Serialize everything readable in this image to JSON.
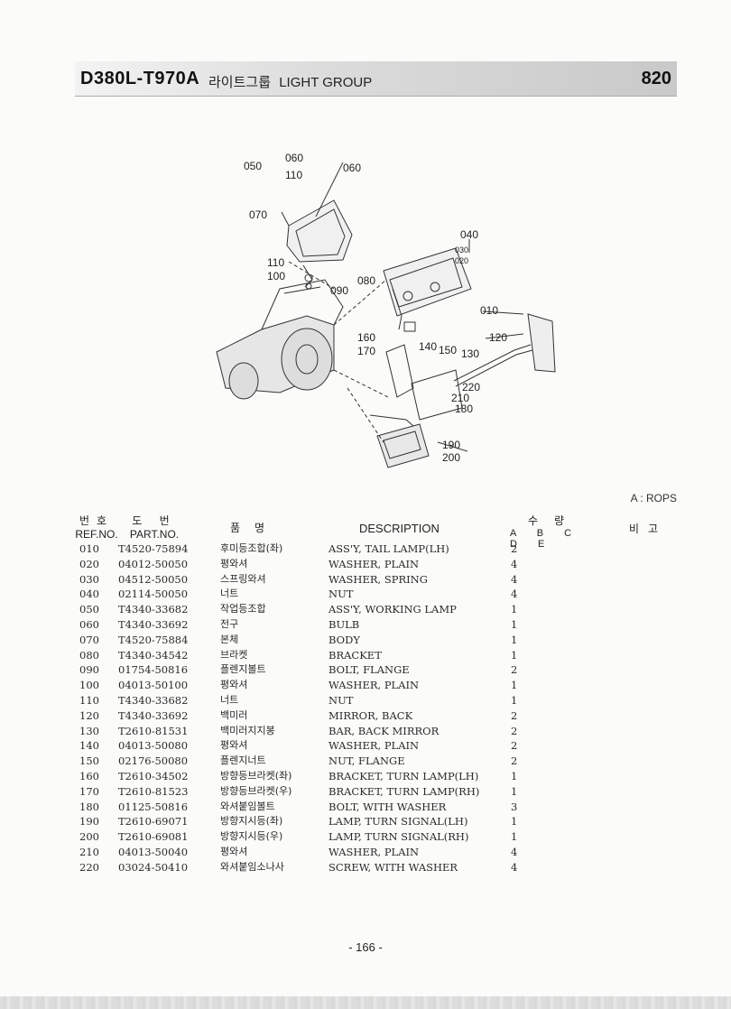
{
  "header": {
    "model": "D380L-T970A",
    "group_kr": "라이트그룹",
    "group_en": "LIGHT GROUP",
    "page_code": "820"
  },
  "diagram": {
    "callouts": [
      "050",
      "060",
      "110",
      "060",
      "070",
      "040",
      "030",
      "020",
      "110",
      "100",
      "080",
      "090",
      "010",
      "120",
      "160",
      "170",
      "140",
      "150",
      "130",
      "220",
      "210",
      "180",
      "190",
      "200"
    ]
  },
  "note": "A : ROPS",
  "columns": {
    "ref_kr": "번호",
    "ref_en": "REF.NO.",
    "part_kr": "도 번",
    "part_en": "PART.NO.",
    "name_kr": "품명",
    "desc": "DESCRIPTION",
    "qty_kr": "수량",
    "qty_cols": "A B C D E",
    "note_kr": "비고"
  },
  "parts": [
    {
      "ref": "010",
      "part": "T4520-75894",
      "name": "후미등조합(좌)",
      "desc": "ASS'Y, TAIL LAMP(LH)",
      "qty": "2"
    },
    {
      "ref": "020",
      "part": "04012-50050",
      "name": "평와셔",
      "desc": "WASHER, PLAIN",
      "qty": "4"
    },
    {
      "ref": "030",
      "part": "04512-50050",
      "name": "스프링와셔",
      "desc": "WASHER, SPRING",
      "qty": "4"
    },
    {
      "ref": "040",
      "part": "02114-50050",
      "name": "너트",
      "desc": "NUT",
      "qty": "4"
    },
    {
      "ref": "050",
      "part": "T4340-33682",
      "name": "작업등조합",
      "desc": "ASS'Y, WORKING LAMP",
      "qty": "1"
    },
    {
      "ref": "060",
      "part": "T4340-33692",
      "name": "전구",
      "desc": "BULB",
      "qty": "1"
    },
    {
      "ref": "070",
      "part": "T4520-75884",
      "name": "본체",
      "desc": "BODY",
      "qty": "1"
    },
    {
      "ref": "080",
      "part": "T4340-34542",
      "name": "브라켓",
      "desc": "BRACKET",
      "qty": "1"
    },
    {
      "ref": "090",
      "part": "01754-50816",
      "name": "플렌지볼트",
      "desc": "BOLT, FLANGE",
      "qty": "2"
    },
    {
      "ref": "100",
      "part": "04013-50100",
      "name": "평와셔",
      "desc": "WASHER, PLAIN",
      "qty": "1"
    },
    {
      "ref": "110",
      "part": "T4340-33682",
      "name": "너트",
      "desc": "NUT",
      "qty": "1"
    },
    {
      "ref": "120",
      "part": "T4340-33692",
      "name": "백미러",
      "desc": "MIRROR, BACK",
      "qty": "2"
    },
    {
      "ref": "130",
      "part": "T2610-81531",
      "name": "백미러지지봉",
      "desc": "BAR, BACK MIRROR",
      "qty": "2"
    },
    {
      "ref": "140",
      "part": "04013-50080",
      "name": "평와셔",
      "desc": "WASHER, PLAIN",
      "qty": "2"
    },
    {
      "ref": "150",
      "part": "02176-50080",
      "name": "플렌지너트",
      "desc": "NUT, FLANGE",
      "qty": "2"
    },
    {
      "ref": "160",
      "part": "T2610-34502",
      "name": "방향등브라켓(좌)",
      "desc": "BRACKET, TURN LAMP(LH)",
      "qty": "1"
    },
    {
      "ref": "170",
      "part": "T2610-81523",
      "name": "방향등브라켓(우)",
      "desc": "BRACKET, TURN LAMP(RH)",
      "qty": "1"
    },
    {
      "ref": "180",
      "part": "01125-50816",
      "name": "와셔붙임볼트",
      "desc": "BOLT, WITH WASHER",
      "qty": "3"
    },
    {
      "ref": "190",
      "part": "T2610-69071",
      "name": "방향지시등(좌)",
      "desc": "LAMP, TURN SIGNAL(LH)",
      "qty": "1"
    },
    {
      "ref": "200",
      "part": "T2610-69081",
      "name": "방향지시등(우)",
      "desc": "LAMP, TURN SIGNAL(RH)",
      "qty": "1"
    },
    {
      "ref": "210",
      "part": "04013-50040",
      "name": "평와셔",
      "desc": "WASHER, PLAIN",
      "qty": "4"
    },
    {
      "ref": "220",
      "part": "03024-50410",
      "name": "와셔붙임소나사",
      "desc": "SCREW, WITH WASHER",
      "qty": "4"
    }
  ],
  "footer": "- 166 -"
}
